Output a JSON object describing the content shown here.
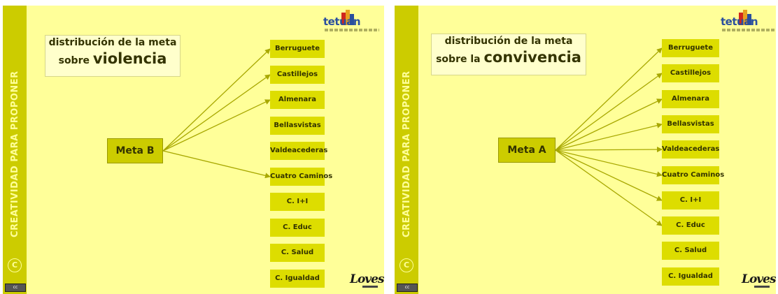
{
  "colors": {
    "slide_background": "#ffff99",
    "sidebar": "#cccc00",
    "box_fill": "#dddd00",
    "meta_fill": "#cccc00",
    "arrow": "#a8a800",
    "title_box": "#ffffcc"
  },
  "slides": [
    {
      "sidebar_title": "CREATIVIDAD PARA PROPONER",
      "badge": "C",
      "license": "cc",
      "title_line1": "distribución de la meta",
      "title_line2_prefix": "sobre ",
      "title_keyword": "violencia",
      "logo_top": "tetuán",
      "logo_bottom": "Loves",
      "meta_label": "Meta B",
      "targets": [
        "Berruguete",
        "Castillejos",
        "Almenara",
        "Bellasvistas",
        "Valdeacederas",
        "Cuatro Caminos",
        "C. I+I",
        "C. Educ",
        "C. Salud",
        "C. Igualdad"
      ],
      "arrows_to": [
        "Berruguete",
        "Castillejos",
        "Almenara",
        "Cuatro Caminos"
      ]
    },
    {
      "sidebar_title": "CREATIVIDAD PARA PROPONER",
      "badge": "C",
      "license": "cc",
      "title_line1": "distribución de la meta",
      "title_line2_prefix": "sobre la ",
      "title_keyword": "convivencia",
      "logo_top": "tetuán",
      "logo_bottom": "Loves",
      "meta_label": "Meta A",
      "targets": [
        "Berruguete",
        "Castillejos",
        "Almenara",
        "Bellasvistas",
        "Valdeacederas",
        "Cuatro Caminos",
        "C. I+I",
        "C. Educ",
        "C. Salud",
        "C. Igualdad"
      ],
      "arrows_to": [
        "Berruguete",
        "Castillejos",
        "Almenara",
        "Bellasvistas",
        "Valdeacederas",
        "Cuatro Caminos",
        "C. I+I",
        "C. Educ"
      ]
    }
  ]
}
